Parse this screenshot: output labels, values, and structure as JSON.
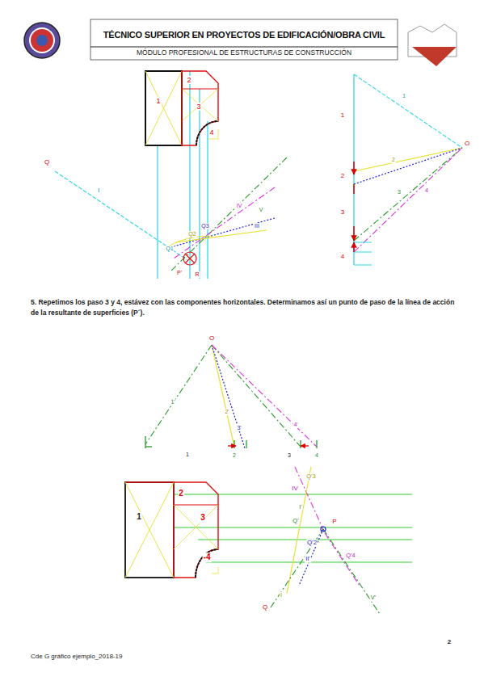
{
  "diagram": {
    "title": "TÉCNICO SUPERIOR EN PROYECTOS DE EDIFICACIÓN/OBRA CIVIL",
    "labels": [
      "MÓDULO PROFESIONAL DE ESTRUCTURAS DE CONSTRUCCIÓN",
      "1",
      "2",
      "3",
      "4",
      "Q",
      "I",
      "IV",
      "V",
      "III",
      "Q3",
      "Q2",
      "Q1",
      "P'",
      "R",
      "1",
      "2",
      "3",
      "4",
      "1",
      "2",
      "3",
      "4",
      "O",
      "5.    Repetimos los paso 3 y 4, estávez con las componentes horizontales. Determinamos así un punto de paso de la línea de acción de la resultante de superficies (P´).",
      "O",
      "1'",
      "2'",
      "3'",
      "4'",
      "1",
      "2",
      "3",
      "4",
      "1",
      "2",
      "3",
      "-4",
      "IV",
      "Q'3",
      "I'",
      "Q'",
      "P",
      "Q'2",
      "II'",
      "Q'4",
      "V'",
      "I",
      "Q",
      "Cde G gráfico ejemplo_2018-19",
      "2"
    ]
  }
}
